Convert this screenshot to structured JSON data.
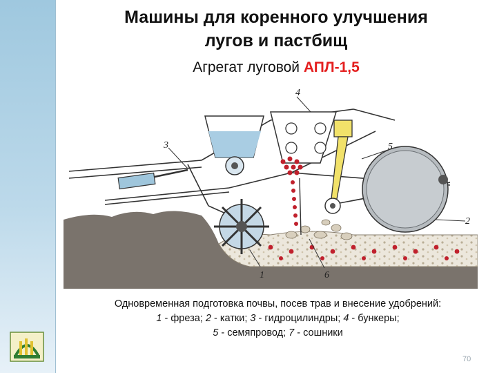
{
  "slide": {
    "title_line1": "Машины для коренного улучшения",
    "title_line2": "лугов и пастбищ",
    "subtitle_prefix": "Агрегат луговой ",
    "subtitle_model": "АПЛ-1,5",
    "caption_line1": "Одновременная подготовка почвы, посев трав и внесение удобрений:",
    "caption_line2": [
      {
        "num": "1",
        "text": " - фреза; "
      },
      {
        "num": "2",
        "text": " - катки; "
      },
      {
        "num": "3",
        "text": " - гидроцилиндры; "
      },
      {
        "num": "4",
        "text": " - бункеры;"
      }
    ],
    "caption_line3": [
      {
        "num": "5",
        "text": " - семяпровод; "
      },
      {
        "num": "7",
        "text": " - сошники"
      }
    ],
    "page_number": "70"
  },
  "diagram": {
    "labels": {
      "l1": "1",
      "l2": "2",
      "l3": "3",
      "l4": "4",
      "l5": "5",
      "l6": "6"
    }
  },
  "colors": {
    "sidebar": "#9fc8df",
    "accent_red": "#e41f1f",
    "seed_red": "#c0202c",
    "hopper_blue": "#a9cde3",
    "cylinder_yellow": "#f2e26a"
  }
}
